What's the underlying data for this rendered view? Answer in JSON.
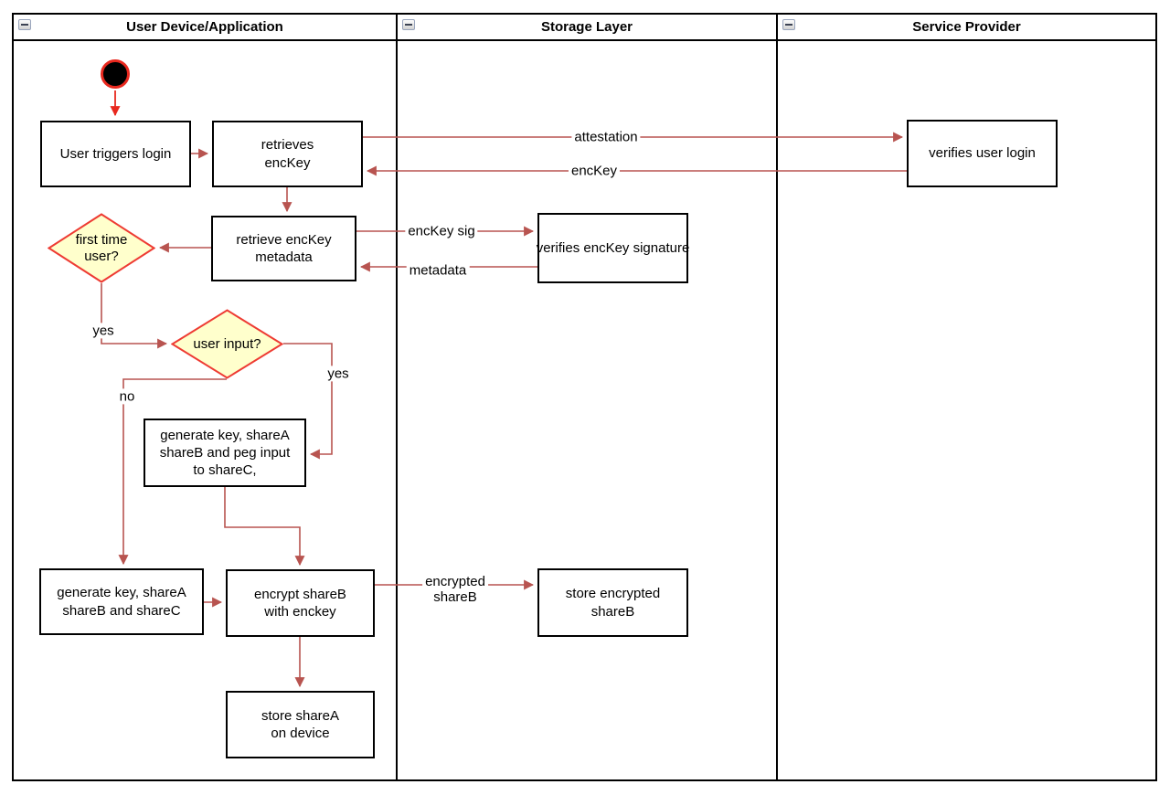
{
  "diagram": {
    "kind": "swimlane activity diagram",
    "colors": {
      "connector": "#b85450",
      "start_arrow": "#e8281e",
      "decision_fill": "#ffffcc",
      "decision_border": "#ee3b33",
      "start_fill": "#000000",
      "start_ring": "#e8281e",
      "lane_border": "#000000"
    }
  },
  "lanes": [
    {
      "title": "User Device/Application"
    },
    {
      "title": "Storage Layer"
    },
    {
      "title": "Service Provider"
    }
  ],
  "nodes": {
    "user_triggers_login": {
      "label": "User triggers login"
    },
    "retrieves_enckey": {
      "label": "retrieves\nencKey"
    },
    "retrieve_enckey_metadata": {
      "label": "retrieve encKey\nmetadata"
    },
    "first_time_user": {
      "label": "first time\nuser?"
    },
    "user_input": {
      "label": "user input?"
    },
    "generate_key_peg_input": {
      "label": "generate key, shareA\nshareB and peg input\nto shareC,"
    },
    "generate_key_sharec": {
      "label": "generate key, shareA\nshareB and shareC"
    },
    "encrypt_shareb": {
      "label": "encrypt shareB\nwith enckey"
    },
    "store_sharea": {
      "label": "store shareA\non device"
    },
    "verifies_enckey_signature": {
      "label": "verifies encKey signature"
    },
    "store_encrypted_shareb": {
      "label": "store encrypted\nshareB"
    },
    "verifies_user_login": {
      "label": "verifies user login"
    }
  },
  "edge_labels": {
    "attestation": "attestation",
    "enckey": "encKey",
    "enckey_sig": "encKey sig",
    "metadata": "metadata",
    "encrypted_shareb": "encrypted\nshareB",
    "first_time_yes": "yes",
    "user_input_yes": "yes",
    "user_input_no": "no"
  }
}
